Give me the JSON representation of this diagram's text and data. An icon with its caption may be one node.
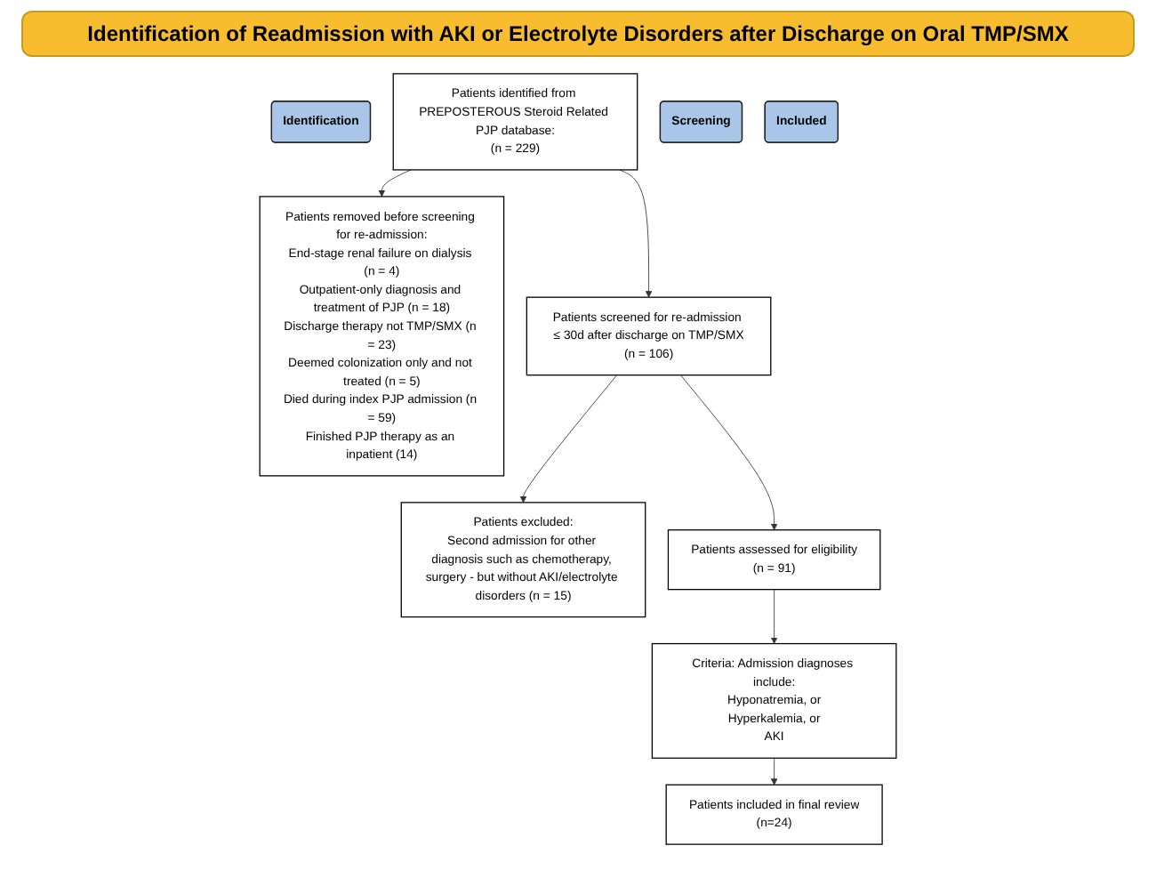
{
  "diagram": {
    "title": "Identification of Readmission with AKI or Electrolyte Disorders after Discharge on Oral TMP/SMX",
    "nodes": [
      {
        "text": [
          "Identification"
        ]
      },
      {
        "text": [
          "Patients identified from PREPOSTEROUS Steroid Related PJP database:",
          "(n = 229)"
        ]
      },
      {
        "text": [
          "Patients removed before screening for re-admission:",
          "End-stage renal failure on dialysis (n = 4)",
          "Outpatient-only diagnosis and treatment of PJP (n = 18)",
          "Discharge therapy not TMP/SMX (n = 23)",
          "Deemed colonization only and not treated (n = 5)",
          "Died during index PJP admission (n = 59)",
          "Finished PJP therapy as an inpatient (14)"
        ]
      },
      {
        "text": [
          "Screening"
        ]
      },
      {
        "text": [
          "Patients screened for re-admission ≤ 30d after discharge on TMP/SMX",
          "(n = 106)"
        ]
      },
      {
        "text": [
          "Patients excluded:",
          "Second admission for other diagnosis such as chemotherapy, surgery - but without AKI/electrolyte disorders (n = 15)"
        ]
      },
      {
        "text": [
          "Patients assessed for eligibility",
          "(n = 91)"
        ]
      },
      {
        "text": [
          "Criteria: Admission diagnoses include:",
          "Hyponatremia, or",
          "Hyperkalemia, or",
          "AKI"
        ]
      },
      {
        "text": [
          "Included"
        ]
      },
      {
        "text": [
          "Patients included in final review",
          "(n=24)"
        ]
      }
    ],
    "edges": [
      {
        "from": 1,
        "to": 2,
        "arrow": "to"
      },
      {
        "from": 1,
        "to": 4,
        "arrow": "to"
      },
      {
        "from": 4,
        "to": 5,
        "arrow": "to"
      },
      {
        "from": 4,
        "to": 6,
        "arrow": "to"
      },
      {
        "from": 6,
        "to": 7,
        "arrow": "to"
      },
      {
        "from": 7,
        "to": 9,
        "arrow": "to"
      }
    ]
  }
}
